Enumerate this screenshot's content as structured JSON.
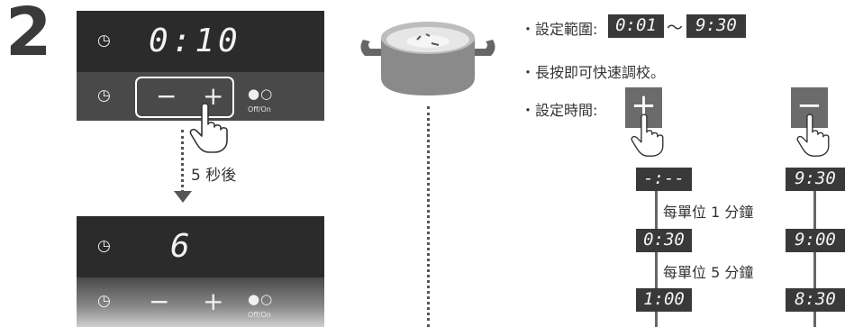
{
  "step_number": "2",
  "top_panel": {
    "display_time": "0:10",
    "controls": {
      "minus": "−",
      "plus": "+",
      "dot_toggle": "●○",
      "off_on": "Off/On"
    }
  },
  "delay_label": "5 秒後",
  "bottom_panel": {
    "display_value": "6",
    "controls": {
      "minus": "−",
      "plus": "+",
      "dot_toggle": "●○",
      "off_on": "Off/On"
    }
  },
  "info": {
    "range_label": "・設定範圍:",
    "range_start": "0:01",
    "range_sep": "～",
    "range_end": "9:30",
    "hold_note": "・長按即可快速調校。",
    "time_label": "・設定時間:",
    "plus_button": "+",
    "minus_button": "−"
  },
  "plus_sequence": {
    "start": "-:--",
    "step1_note": "每單位 1 分鐘",
    "value1": "0:30",
    "step2_note": "每單位 5 分鐘",
    "value2": "1:00"
  },
  "minus_sequence": {
    "start": "9:30",
    "value1": "9:00",
    "value2": "8:30"
  }
}
